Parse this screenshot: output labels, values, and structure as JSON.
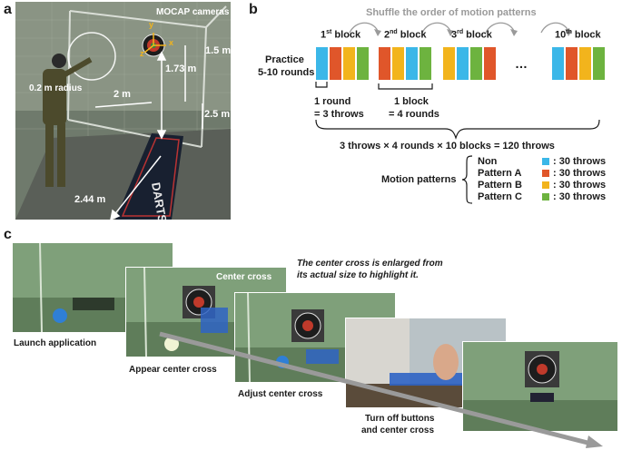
{
  "panels": {
    "a": "a",
    "b": "b",
    "c": "c"
  },
  "panel_a": {
    "mocap_label": "MOCAP cameras",
    "radius_label": "0.2 m radius",
    "dim_height": "1.73 m",
    "dim_depth": "2 m",
    "dim_right_top": "1.5 m",
    "dim_right_bottom": "2.5 m",
    "dim_floor": "2.44 m",
    "axis_y": "y",
    "axis_x": "x",
    "axis_z": "z"
  },
  "panel_b": {
    "shuffle_label": "Shuffle the order of motion patterns",
    "practice_label_1": "Practice",
    "practice_label_2": "5-10 rounds",
    "block_labels": [
      {
        "num": "1",
        "sup": "st",
        "word": " block"
      },
      {
        "num": "2",
        "sup": "nd",
        "word": " block"
      },
      {
        "num": "3",
        "sup": "rd",
        "word": " block"
      },
      {
        "num": "10",
        "sup": "th",
        "word": " block"
      }
    ],
    "ellipsis": "…",
    "round_note_1": "1 round",
    "round_note_2": "= 3 throws",
    "block_note_1": "1 block",
    "block_note_2": "= 4 rounds",
    "total_formula": "3 throws × 4 rounds  × 10 blocks = 120 throws",
    "motion_patterns_label": "Motion patterns",
    "legend": [
      {
        "name": "Non",
        "count": ": 30 throws",
        "color": "#3bb7e8"
      },
      {
        "name": "Pattern A",
        "count": ": 30 throws",
        "color": "#e0562a"
      },
      {
        "name": "Pattern B",
        "count": ": 30 throws",
        "color": "#f2b41c"
      },
      {
        "name": "Pattern C",
        "count": ": 30 throws",
        "color": "#6db33f"
      }
    ]
  },
  "panel_c": {
    "note_line_1": "The center cross is enlarged from",
    "note_line_2": "its actual size to highlight it.",
    "center_cross_label": "Center cross",
    "steps": [
      "Launch application",
      "Appear center cross",
      "Adjust center cross",
      "Turn off buttons",
      "and center cross"
    ]
  },
  "colors": {
    "non": "#3bb7e8",
    "pattern_a": "#e0562a",
    "pattern_b": "#f2b41c",
    "pattern_c": "#6db33f"
  }
}
